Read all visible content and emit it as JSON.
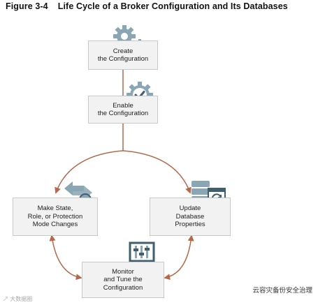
{
  "figure": {
    "number": "Figure 3-4",
    "title": "Life Cycle of a Broker Configuration and Its Databases"
  },
  "steps": {
    "create": "Create\nthe Configuration",
    "enable": "Enable\nthe Configuration",
    "make_state": "Make State,\nRole, or Protection\nMode Changes",
    "update": "Update\nDatabase\nProperties",
    "monitor": "Monitor\nand Tune the\nConfiguration"
  },
  "icons": {
    "create": "gears-icon",
    "enable": "gear-checkmark-icon",
    "make_state": "arrows-gear-icon",
    "update": "database-refresh-icon",
    "monitor": "monitor-sliders-icon"
  },
  "colors": {
    "icon": "#8aa5b3",
    "arrow": "#b5694a",
    "box_fill": "#f2f2f2",
    "box_border": "#c9c9c9"
  },
  "watermarks": {
    "left": "↗ 大数据圈",
    "right": "云容灾备份安全治理"
  }
}
